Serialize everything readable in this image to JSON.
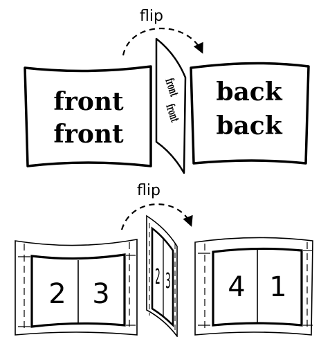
{
  "top": {
    "flip_label": "flip",
    "front_line1": "front",
    "front_line2": "front",
    "middle_line1": "front",
    "middle_line2": "front",
    "back_line1": "back",
    "back_line2": "back"
  },
  "bottom": {
    "flip_label": "flip",
    "left_page_a": "2",
    "left_page_b": "3",
    "middle_page_a": "2",
    "middle_page_b": "3",
    "right_page_a": "4",
    "right_page_b": "1"
  }
}
